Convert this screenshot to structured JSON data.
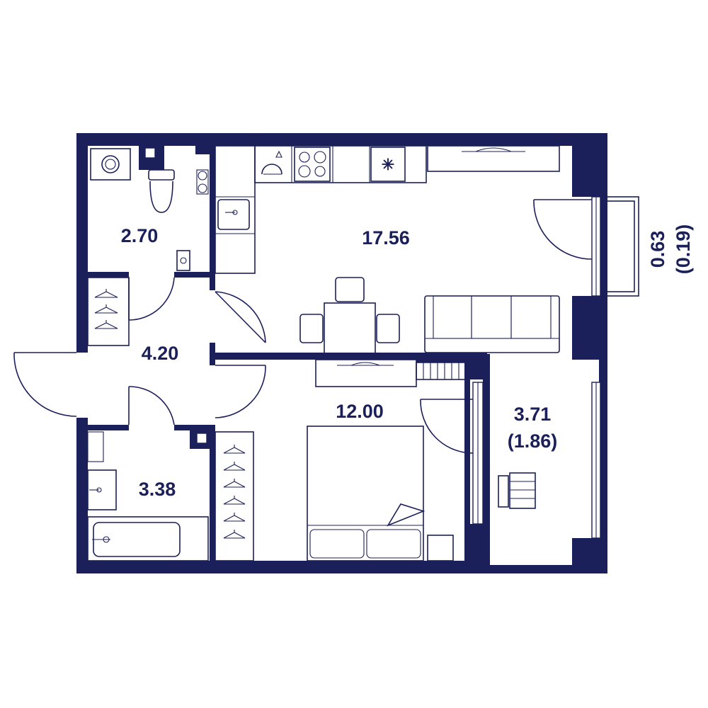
{
  "colors": {
    "wall": "#1b1f5a",
    "background": "#ffffff"
  },
  "rooms": {
    "bathroom_wc": {
      "area": "2.70"
    },
    "kitchen_living": {
      "area": "17.56"
    },
    "hallway": {
      "area": "4.20"
    },
    "bathroom": {
      "area": "3.38"
    },
    "bedroom": {
      "area": "12.00"
    },
    "loggia": {
      "area": "3.71",
      "reduced_area": "(1.86)"
    },
    "balcony": {
      "area": "0.63",
      "reduced_area": "(0.19)"
    }
  },
  "icons": [
    "washing-machine-icon",
    "toilet-icon",
    "sink-icon",
    "stove-icon",
    "fridge-icon",
    "bathtub-icon",
    "wardrobe-hanger-icon",
    "bed-icon",
    "sofa-icon",
    "dining-table-icon",
    "radiator-icon",
    "boiler-icon"
  ]
}
